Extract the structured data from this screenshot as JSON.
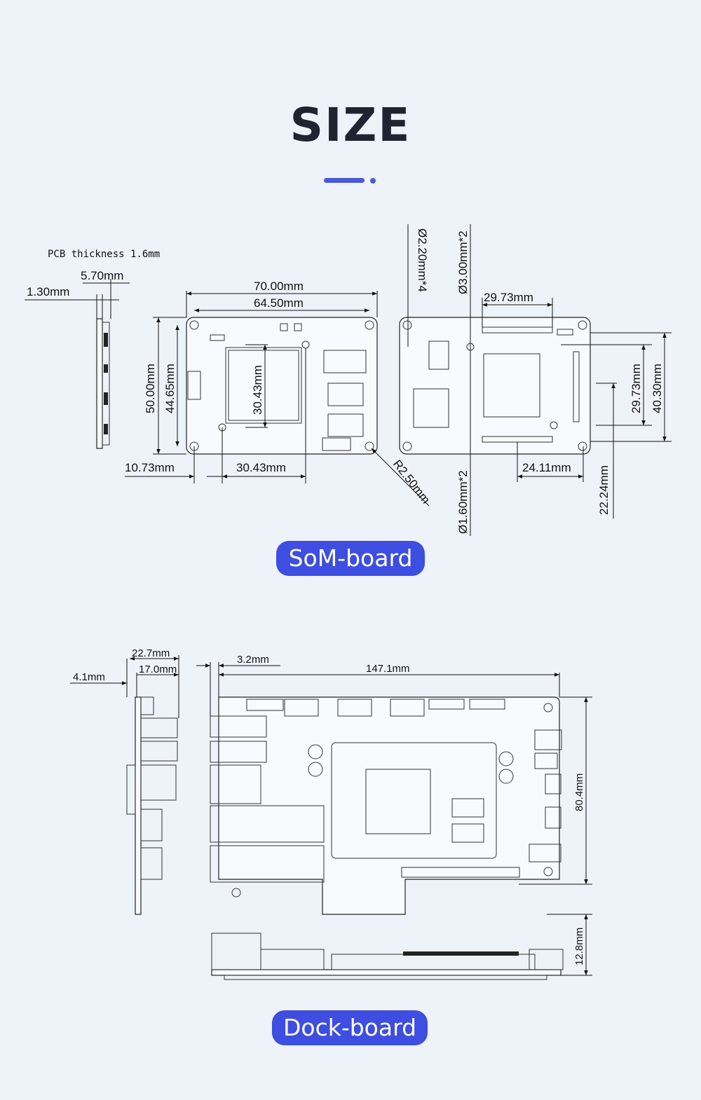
{
  "header": {
    "title": "SIZE"
  },
  "som": {
    "pcb_thickness": "PCB thickness 1.6mm",
    "dim_5_70": "5.70mm",
    "dim_1_30": "1.30mm",
    "dim_70_00": "70.00mm",
    "dim_64_50": "64.50mm",
    "dim_50_00": "50.00mm",
    "dim_44_65": "44.65mm",
    "dim_30_43_v": "30.43mm",
    "dim_10_73": "10.73mm",
    "dim_30_43_h": "30.43mm",
    "dim_r2_50": "R2.50mm",
    "dim_d2_20": "Ø2.20mm*4",
    "dim_d3_00": "Ø3.00mm*2",
    "dim_29_73_h": "29.73mm",
    "dim_29_73_v": "29.73mm",
    "dim_40_30": "40.30mm",
    "dim_24_11": "24.11mm",
    "dim_22_24": "22.24mm",
    "dim_d1_60": "Ø1.60mm*2",
    "label": "SoM-board"
  },
  "dock": {
    "dim_22_7": "22.7mm",
    "dim_17_0": "17.0mm",
    "dim_4_1": "4.1mm",
    "dim_3_2": "3.2mm",
    "dim_147_1": "147.1mm",
    "dim_80_4": "80.4mm",
    "dim_12_8": "12.8mm",
    "label": "Dock-board"
  },
  "colors": {
    "accent": "#3d4ee0",
    "background": "#eef2f9",
    "title": "#1f2430"
  }
}
